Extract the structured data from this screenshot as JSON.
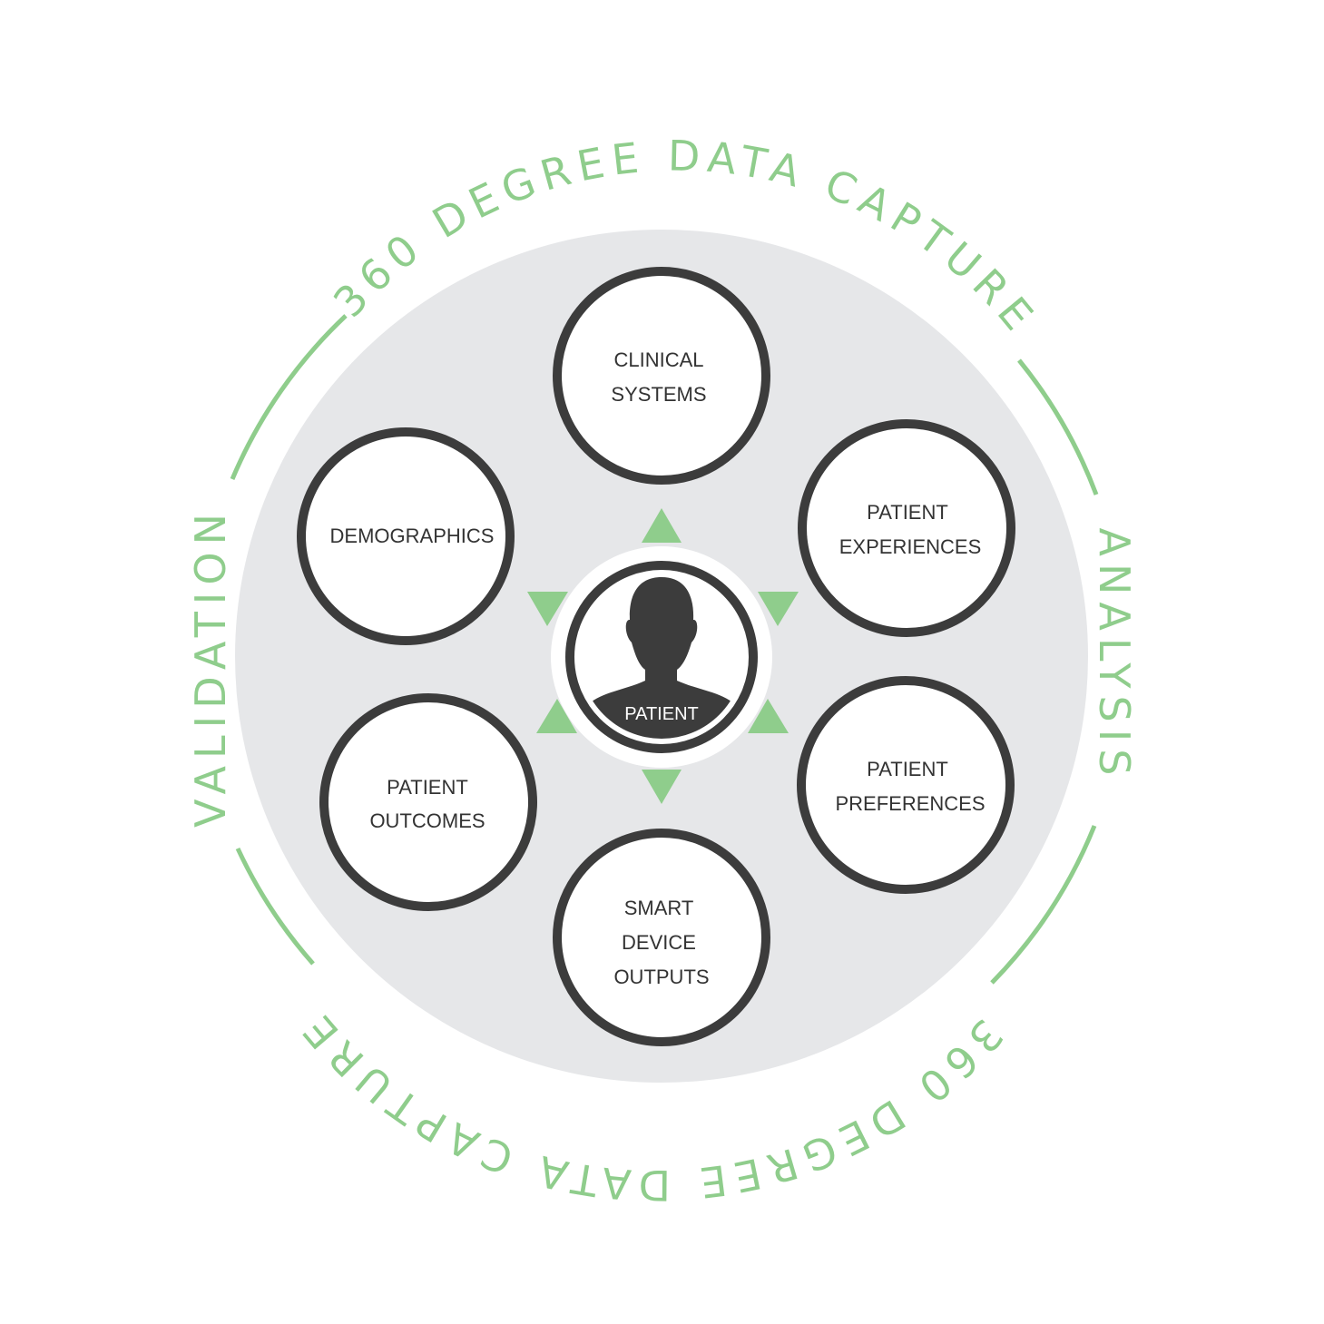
{
  "ring": {
    "top_label": "360 DEGREE DATA CAPTURE",
    "bottom_label": "360 DEGREE DATA CAPTURE",
    "left_label": "VALIDATION",
    "right_label": "ANALYSIS"
  },
  "center": {
    "label": "PATIENT",
    "icon": "person-silhouette-icon"
  },
  "nodes": {
    "clinical": {
      "line1": "CLINICAL",
      "line2": "SYSTEMS"
    },
    "experiences": {
      "line1": "PATIENT",
      "line2": "EXPERIENCES"
    },
    "preferences": {
      "line1": "PATIENT",
      "line2": "PREFERENCES"
    },
    "smart": {
      "line1": "SMART",
      "line2": "DEVICE",
      "line3": "OUTPUTS"
    },
    "outcomes": {
      "line1": "PATIENT",
      "line2": "OUTCOMES"
    },
    "demographics": {
      "line1": "DEMOGRAPHICS"
    }
  },
  "colors": {
    "accent_green": "#8fcd8c",
    "node_border": "#3c3c3c",
    "background_disc": "#e6e7e9",
    "text": "#333333"
  }
}
